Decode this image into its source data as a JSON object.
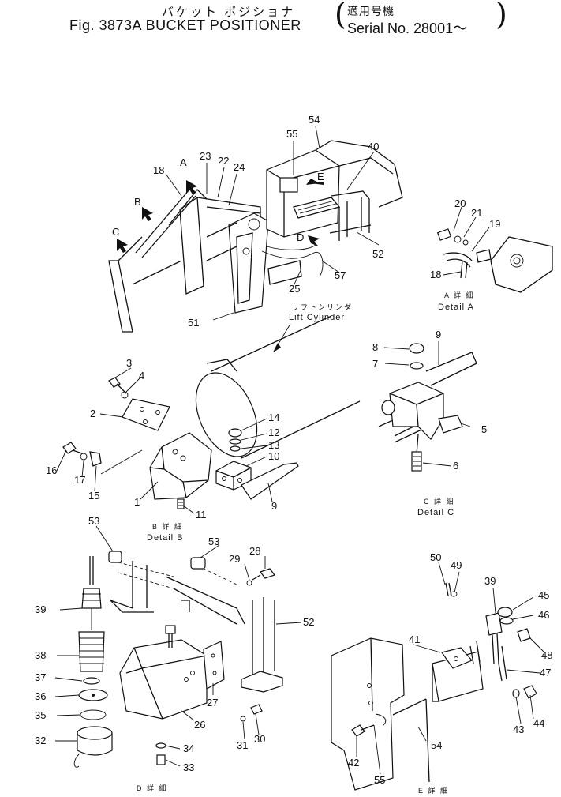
{
  "title": {
    "jp": "バケット ポジショナ",
    "en": "Fig. 3873A BUCKET POSITIONER",
    "serial_jp": "適用号機",
    "serial_en": "Serial No. 28001～"
  },
  "arrows": {
    "A": "A",
    "B": "B",
    "C": "C",
    "D": "D",
    "E": "E"
  },
  "lift_cylinder": {
    "jp": "リフトシリンダ",
    "en": "Lift Cylinder"
  },
  "details": {
    "A": {
      "jp": "A 詳 細",
      "en": "Detail A"
    },
    "B": {
      "jp": "B 詳 細",
      "en": "Detail B"
    },
    "C": {
      "jp": "C 詳 細",
      "en": "Detail C"
    },
    "D": {
      "jp": "D 詳 細",
      "en": "Detail D"
    },
    "E": {
      "jp": "E 詳 細"
    }
  },
  "parts": {
    "main": [
      "54",
      "55",
      "40",
      "18",
      "23",
      "22",
      "24",
      "52",
      "57",
      "25",
      "51"
    ],
    "detail_a": [
      "20",
      "21",
      "19",
      "18"
    ],
    "detail_b": [
      "3",
      "4",
      "2",
      "14",
      "12",
      "13",
      "10",
      "16",
      "17",
      "15",
      "1",
      "11",
      "9"
    ],
    "detail_c": [
      "8",
      "9",
      "7",
      "5",
      "6"
    ],
    "detail_d": [
      "53",
      "53",
      "28",
      "29",
      "52",
      "39",
      "38",
      "37",
      "36",
      "35",
      "32",
      "27",
      "26",
      "31",
      "30",
      "34",
      "33"
    ],
    "detail_e": [
      "50",
      "49",
      "39",
      "45",
      "46",
      "41",
      "48",
      "47",
      "43",
      "44",
      "54",
      "42",
      "55"
    ]
  }
}
